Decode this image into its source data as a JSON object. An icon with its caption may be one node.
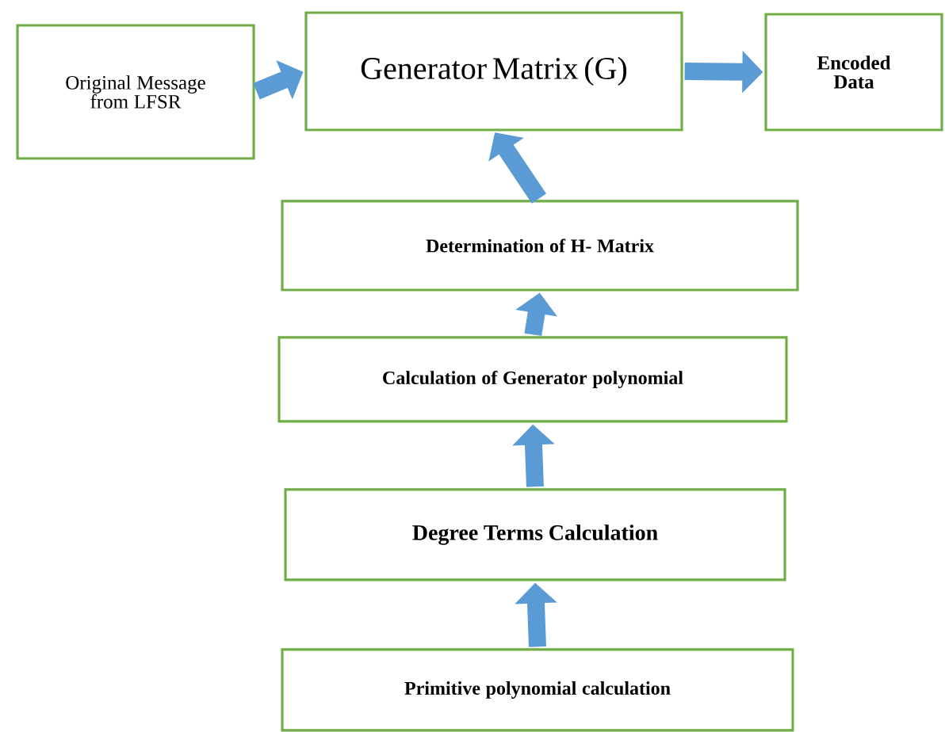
{
  "diagram": {
    "nodes": [
      {
        "text": [
          "Original Message from LFSR"
        ]
      },
      {
        "text": [
          "Generator Matrix (G)"
        ]
      },
      {
        "text": [
          "Encoded Data"
        ]
      },
      {
        "text": [
          "Determination of H- Matrix"
        ]
      },
      {
        "text": [
          "Calculation of Generator polynomial"
        ]
      },
      {
        "text": [
          "Degree Terms Calculation"
        ]
      },
      {
        "text": [
          "Primitive polynomial calculation"
        ]
      }
    ],
    "edges": [
      {
        "from": 0,
        "to": 1,
        "arrow": "to"
      },
      {
        "from": 1,
        "to": 2,
        "arrow": "to"
      },
      {
        "from": 3,
        "to": 1,
        "arrow": "to"
      },
      {
        "from": 4,
        "to": 3,
        "arrow": "to"
      },
      {
        "from": 5,
        "to": 4,
        "arrow": "to"
      },
      {
        "from": 6,
        "to": 5,
        "arrow": "to"
      }
    ]
  }
}
